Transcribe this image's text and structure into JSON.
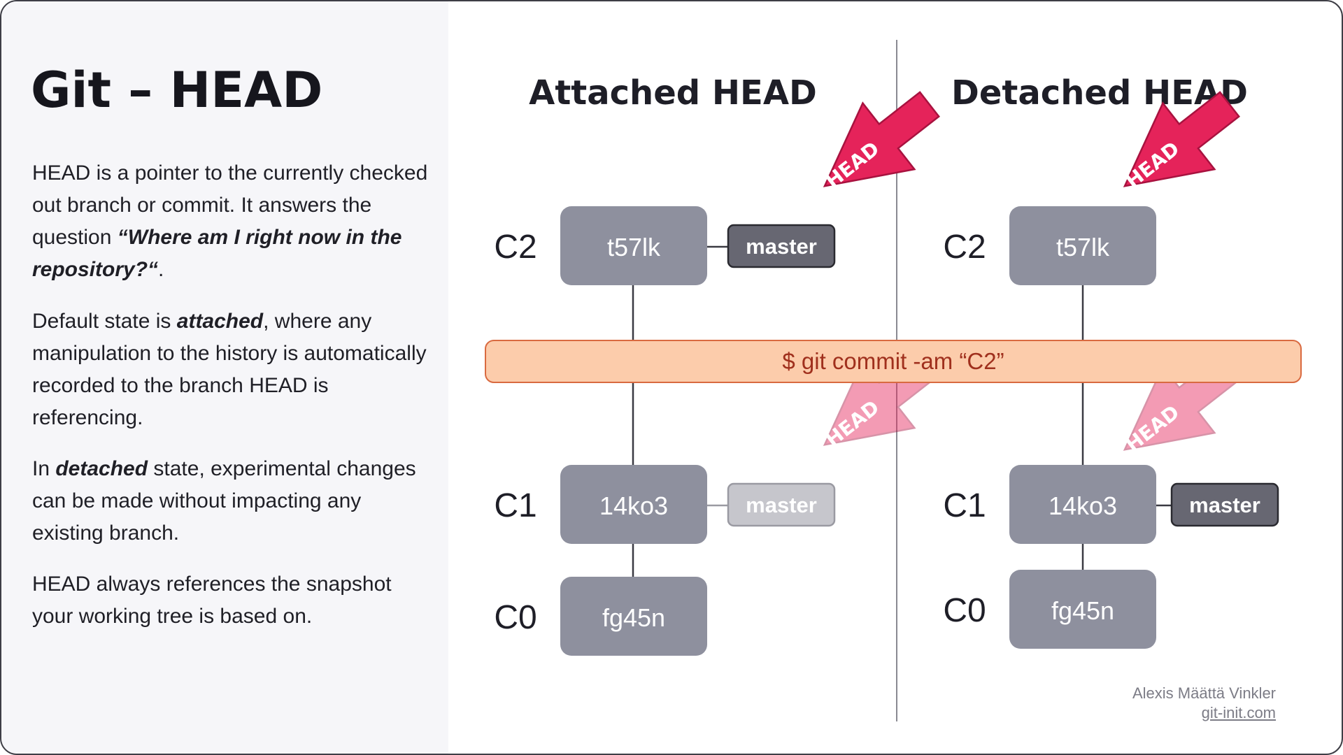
{
  "title": "Git – HEAD",
  "description": [
    {
      "pre": "HEAD is a pointer to the currently checked out branch or commit. It answers the question ",
      "bold": "“Where am I right now in the repository?“",
      "post": "."
    },
    {
      "pre": "Default state is ",
      "bold": "attached",
      "post": ", where any manipulation to the history is automatically recorded to the branch HEAD is referencing."
    },
    {
      "pre": "In ",
      "bold": "detached",
      "post": " state, experimental changes can be made without impacting any existing branch."
    },
    {
      "pre": "HEAD always references the snapshot your working tree is based on.",
      "bold": "",
      "post": ""
    }
  ],
  "attached": {
    "title": "Attached HEAD",
    "commits": [
      {
        "label": "C2",
        "hash": "t57lk"
      },
      {
        "label": "C1",
        "hash": "14ko3"
      },
      {
        "label": "C0",
        "hash": "fg45n"
      }
    ],
    "branch_new": "master",
    "branch_old": "master",
    "head_new": "HEAD",
    "head_old": "HEAD"
  },
  "detached": {
    "title": "Detached HEAD",
    "commits": [
      {
        "label": "C2",
        "hash": "t57lk"
      },
      {
        "label": "C1",
        "hash": "14ko3"
      },
      {
        "label": "C0",
        "hash": "fg45n"
      }
    ],
    "branch": "master",
    "head_new": "HEAD",
    "head_old": "HEAD"
  },
  "command": "$ git commit -am “C2”",
  "credit": {
    "author": "Alexis Määttä Vinkler",
    "site": "git-init.com"
  },
  "colors": {
    "commit": "#8e909e",
    "branch": "#676772",
    "branch_faded": "#c6c6cc",
    "head_arrow": "#e5235a",
    "head_arrow_faded": "#f4a6bf",
    "command_bg": "#fcccab",
    "command_border": "#d96a40",
    "command_text": "#a0301d"
  }
}
